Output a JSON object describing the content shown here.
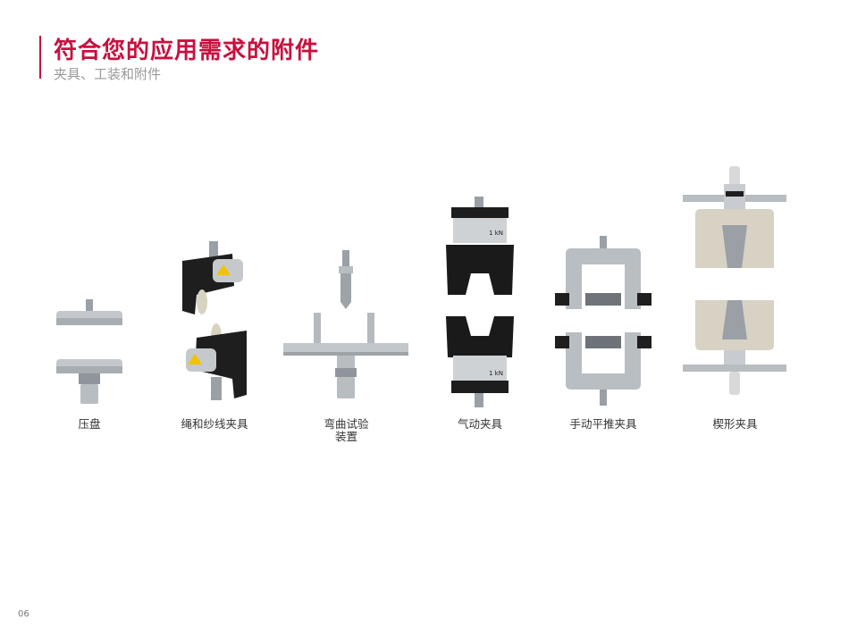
{
  "header": {
    "title": "符合您的应用需求的附件",
    "subtitle": "夹具、工装和附件"
  },
  "products": [
    {
      "label": "压盘"
    },
    {
      "label": "绳和纱线夹具"
    },
    {
      "label": "弯曲试验\n装置"
    },
    {
      "label": "气动夹具"
    },
    {
      "label": "手动平推夹具"
    },
    {
      "label": "楔形夹具"
    }
  ],
  "pneumatic_badge": "1 kN",
  "footer": {
    "page_number": "06"
  },
  "colors": {
    "accent": "#c8103e"
  }
}
